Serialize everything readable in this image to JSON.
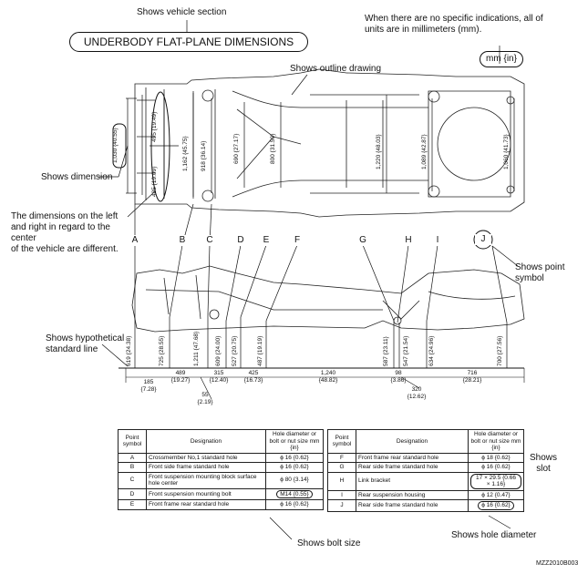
{
  "callouts": {
    "vehicle_section": "Shows vehicle section",
    "title": "UNDERBODY FLAT-PLANE DIMENSIONS",
    "units_note_1": "When  there are no specific indications, all of",
    "units_note_2": "units are in millimeters (mm).",
    "units_example": "mm {in}",
    "outline_drawing": "Shows outline drawing",
    "dimension": "Shows dimension",
    "lr_note_1": "The dimensions on the left",
    "lr_note_2": "and right in regard to the center",
    "lr_note_3": "of the vehicle are different.",
    "point_symbol_1": "Shows point",
    "point_symbol_2": "symbol",
    "hyp_line_1": "Shows hypothetical",
    "hyp_line_2": "standard line",
    "slot_1": "Shows",
    "slot_2": "slot",
    "bolt_size": "Shows bolt size",
    "hole_diameter": "Shows hole diameter",
    "figure_id": "MZZ2010B003"
  },
  "point_letters": [
    "A",
    "B",
    "C",
    "D",
    "E",
    "F",
    "G",
    "H",
    "I",
    "J"
  ],
  "plan_dims": [
    {
      "mm": "1,030",
      "in": "{40.55}"
    },
    {
      "mm": "495",
      "in": "{19.49}"
    },
    {
      "mm": "485",
      "in": "{19.09}"
    },
    {
      "mm": "1,162",
      "in": "{45.75}"
    },
    {
      "mm": "918",
      "in": "{36.14}"
    },
    {
      "mm": "690",
      "in": "{27.17}"
    },
    {
      "mm": "800",
      "in": "{31.50}"
    },
    {
      "mm": "1,220",
      "in": "{48.03}"
    },
    {
      "mm": "1,089",
      "in": "{42.87}"
    },
    {
      "mm": "1,060",
      "in": "{41.73}"
    }
  ],
  "height_dims": [
    {
      "mm": "619",
      "in": "{24.38}"
    },
    {
      "mm": "725",
      "in": "{28.55}"
    },
    {
      "mm": "1,211",
      "in": "{47.68}"
    },
    {
      "mm": "609",
      "in": "{24.00}"
    },
    {
      "mm": "527",
      "in": "{20.75}"
    },
    {
      "mm": "487",
      "in": "{19.19}"
    },
    {
      "mm": "587",
      "in": "{23.11}"
    },
    {
      "mm": "547",
      "in": "{21.54}"
    },
    {
      "mm": "634",
      "in": "{24.96}"
    },
    {
      "mm": "700",
      "in": "{27.56}"
    }
  ],
  "horiz_dims": [
    {
      "mm": "185",
      "in": "{7.28}"
    },
    {
      "mm": "489",
      "in": "{19.27}"
    },
    {
      "mm": "315",
      "in": "{12.40}"
    },
    {
      "mm": "425",
      "in": "{16.73}"
    },
    {
      "mm": "1,240",
      "in": "{48.82}"
    },
    {
      "mm": "98",
      "in": "{3.86}"
    },
    {
      "mm": "716",
      "in": "{28.21}"
    },
    {
      "mm": "55",
      "in": "{2.19}"
    },
    {
      "mm": "320",
      "in": "{12.62}"
    }
  ],
  "table_headers": {
    "point": "Point symbol",
    "designation": "Designation",
    "hole": "Hole diameter or bolt or nut size mm {in}"
  },
  "table_left": [
    {
      "sym": "A",
      "des": "Crossmember No,1 standard hole",
      "val": "ϕ 16 {0.62}"
    },
    {
      "sym": "B",
      "des": "Front side frame standard hole",
      "val": "ϕ 16 {0.62}"
    },
    {
      "sym": "C",
      "des": "Front suspension mounting block surface hole center",
      "val": "ϕ 80 {3.14}"
    },
    {
      "sym": "D",
      "des": "Front suspension mounting bolt",
      "val": "M14 {0.55}"
    },
    {
      "sym": "E",
      "des": "Front frame rear standard hole",
      "val": "ϕ 16 {0.62}"
    }
  ],
  "table_right": [
    {
      "sym": "F",
      "des": "Front frame rear standard hole",
      "val": "ϕ 18 {0.62}"
    },
    {
      "sym": "G",
      "des": "Rear side frame standard hole",
      "val": "ϕ 16 {0.62}"
    },
    {
      "sym": "H",
      "des": "Link bracket",
      "val": "17 × 29.5 {0.66 × 1.16}"
    },
    {
      "sym": "I",
      "des": "Rear suspension housing",
      "val": "ϕ 12 {0.47}"
    },
    {
      "sym": "J",
      "des": "Rear side frame standard hole",
      "val": "ϕ 16 {0.62}"
    }
  ]
}
